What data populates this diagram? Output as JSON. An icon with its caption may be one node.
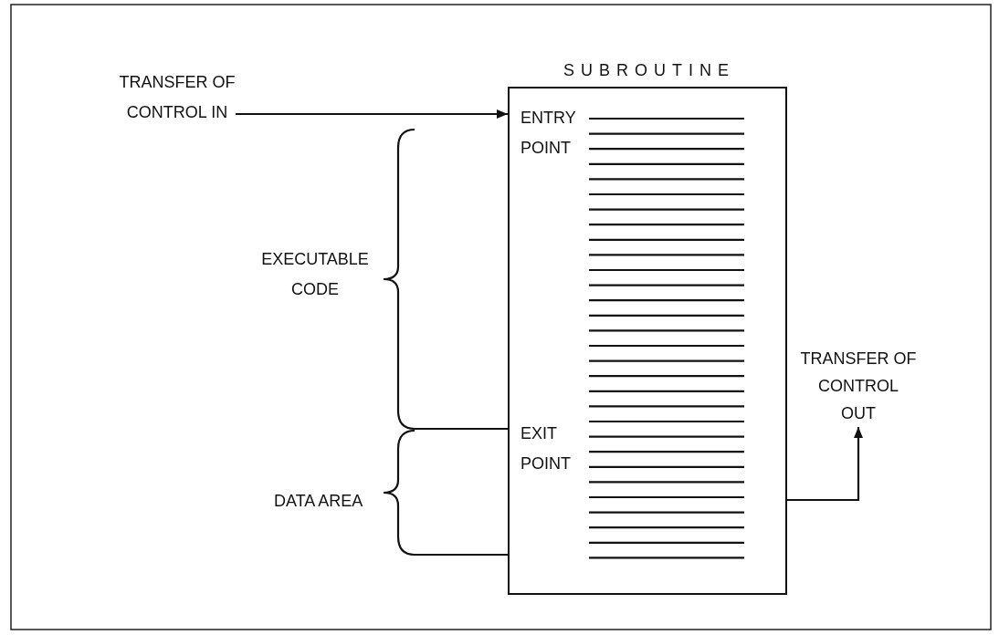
{
  "diagram": {
    "nodes": [
      {
        "text": [
          "TRANSFER OF CONTROL IN"
        ]
      },
      {
        "text": [
          "SUBROUTINE",
          "ENTRY POINT",
          "EXIT POINT"
        ]
      },
      {
        "text": [
          "TRANSFER OF CONTROL OUT"
        ]
      }
    ],
    "edges": [
      {
        "from": 0,
        "to": 1,
        "arrow": "to"
      },
      {
        "from": 1,
        "to": 2,
        "arrow": "to"
      }
    ],
    "labels": [
      "EXECUTABLE CODE",
      "DATA AREA"
    ]
  }
}
